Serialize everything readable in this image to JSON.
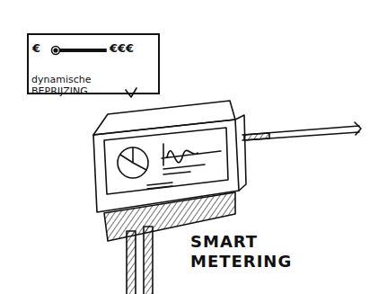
{
  "diagram": {
    "nodes": [
      {
        "text": [
          "€",
          "€€€",
          "dynamische BEPRIJZING"
        ]
      }
    ],
    "labels": [
      "SMART METERING"
    ]
  }
}
